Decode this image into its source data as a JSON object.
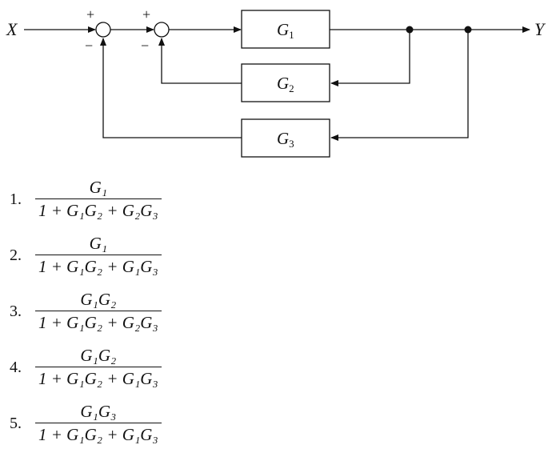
{
  "diagram": {
    "input_label": "X",
    "output_label": "Y",
    "summing_junction_1": {
      "plus_sign": "+",
      "minus_sign": "−"
    },
    "summing_junction_2": {
      "plus_sign": "+",
      "minus_sign": "−"
    },
    "blocks": {
      "g1": {
        "symbol": "G",
        "subscript": "1"
      },
      "g2": {
        "symbol": "G",
        "subscript": "2"
      },
      "g3": {
        "symbol": "G",
        "subscript": "3"
      }
    }
  },
  "options": [
    {
      "number": "1.",
      "numerator": "G₁",
      "denominator": "1 + G₁G₂ + G₂G₃"
    },
    {
      "number": "2.",
      "numerator": "G₁",
      "denominator": "1 + G₁G₂ + G₁G₃"
    },
    {
      "number": "3.",
      "numerator": "G₁G₂",
      "denominator": "1 + G₁G₂ + G₂G₃"
    },
    {
      "number": "4.",
      "numerator": "G₁G₂",
      "denominator": "1 + G₁G₂ + G₁G₃"
    },
    {
      "number": "5.",
      "numerator": "G₁G₃",
      "denominator": "1 + G₁G₂ + G₁G₃"
    }
  ]
}
